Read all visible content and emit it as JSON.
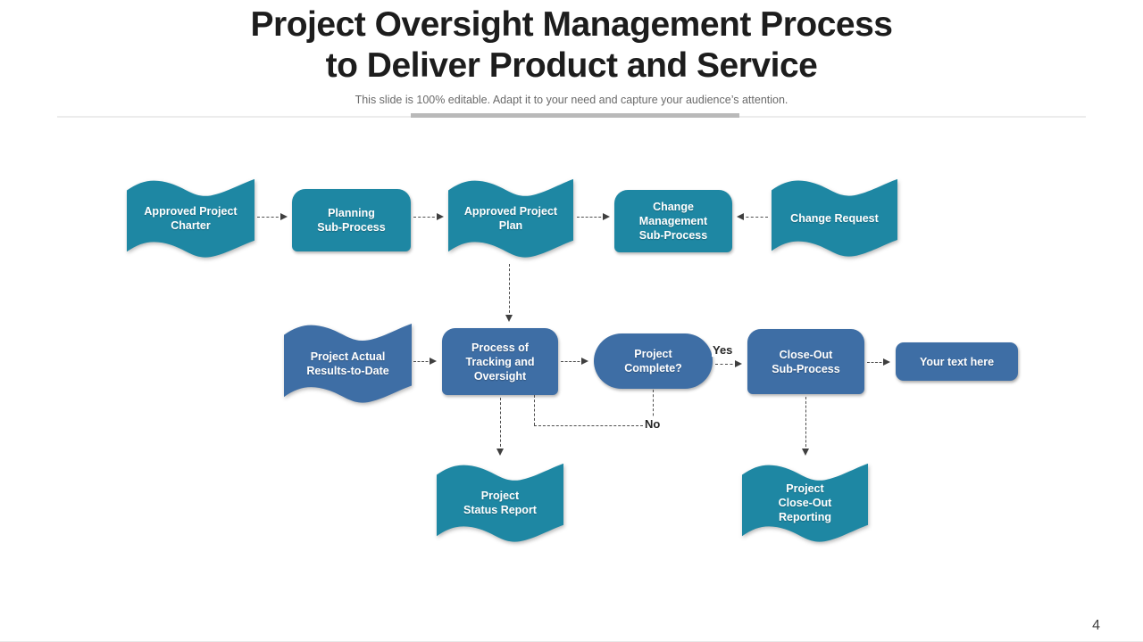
{
  "slide": {
    "title": "Project Oversight Management Process\nto Deliver Product and Service",
    "subtitle": "This slide is 100% editable. Adapt it to your need and capture your audience’s attention.",
    "page_number": "4"
  },
  "colors": {
    "teal": "#1E87A3",
    "blue": "#3E6EA5",
    "connector": "#4D4D4D",
    "arrowhead": "#3F3F3F",
    "title_text": "#1D1D1D",
    "subtitle_text": "#6A6A6A",
    "shape_label_text": "#FFFFFF",
    "accent_bar": "#B9B9B9"
  },
  "diagram": {
    "nodes": [
      {
        "id": "approved-project-charter",
        "shape": "wave",
        "color": "teal",
        "label": "Approved Project\nCharter"
      },
      {
        "id": "planning-sub-process",
        "shape": "process-box",
        "color": "teal",
        "label": "Planning\nSub-Process"
      },
      {
        "id": "approved-project-plan",
        "shape": "wave",
        "color": "teal",
        "label": "Approved Project\nPlan"
      },
      {
        "id": "change-management-sub-process",
        "shape": "process-box",
        "color": "teal",
        "label": "Change\nManagement\nSub-Process"
      },
      {
        "id": "change-request",
        "shape": "wave",
        "color": "teal",
        "label": "Change Request"
      },
      {
        "id": "project-actual-results-to-date",
        "shape": "wave",
        "color": "blue",
        "label": "Project Actual\nResults-to-Date"
      },
      {
        "id": "process-of-tracking-and-oversight",
        "shape": "process-box",
        "color": "blue",
        "label": "Process of\nTracking and\nOversight"
      },
      {
        "id": "project-complete-decision",
        "shape": "stadium",
        "color": "blue",
        "label": "Project\nComplete?"
      },
      {
        "id": "close-out-sub-process",
        "shape": "process-box",
        "color": "blue",
        "label": "Close-Out\nSub-Process"
      },
      {
        "id": "your-text-here",
        "shape": "rounded-box",
        "color": "blue",
        "label": "Your text here"
      },
      {
        "id": "project-status-report",
        "shape": "wave",
        "color": "teal",
        "label": "Project\nStatus Report"
      },
      {
        "id": "project-close-out-reporting",
        "shape": "wave",
        "color": "teal",
        "label": "Project\nClose-Out\nReporting"
      }
    ],
    "edge_labels": {
      "yes": "Yes",
      "no": "No"
    }
  }
}
